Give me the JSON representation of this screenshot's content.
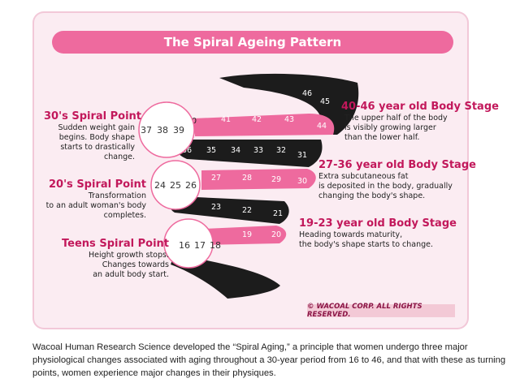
{
  "title": "The Spiral Ageing Pattern",
  "spiral_points": [
    {
      "title": "30's Spiral Point",
      "lines": [
        "Sudden weight gain",
        "begins. Body shape",
        "starts to drastically",
        "change."
      ],
      "ages": [
        "37",
        "38",
        "39"
      ]
    },
    {
      "title": "20's Spiral Point",
      "lines": [
        "Transformation",
        "to an adult woman's body",
        "completes."
      ],
      "ages": [
        "24",
        "25",
        "26"
      ]
    },
    {
      "title": "Teens Spiral Point",
      "lines": [
        "Height growth stops.",
        "Changes towards",
        "an adult body start."
      ],
      "ages": [
        "16",
        "17",
        "18"
      ]
    }
  ],
  "body_stages": [
    {
      "title": "40-46 year old Body Stage",
      "lines": [
        "The upper half of the body",
        "is visibly growing larger",
        "than the lower half."
      ]
    },
    {
      "title": "27-36 year old Body Stage",
      "lines": [
        "Extra subcutaneous fat",
        "is deposited in the body, gradually",
        "changing the body's shape."
      ]
    },
    {
      "title": "19-23 year old Body Stage",
      "lines": [
        "Heading towards maturity,",
        "the body's shape starts to change."
      ]
    }
  ],
  "band_numbers": {
    "top_black": [
      "46",
      "45"
    ],
    "pink_40s": [
      "40",
      "41",
      "42",
      "43",
      "44"
    ],
    "black_30s": [
      "36",
      "35",
      "34",
      "33",
      "32",
      "31"
    ],
    "pink_20s": [
      "27",
      "28",
      "29",
      "30"
    ],
    "black_20s": [
      "23",
      "22",
      "21"
    ],
    "pink_teens": [
      "19",
      "20"
    ]
  },
  "copyright": "© WACOAL CORP. ALL RIGHTS RESERVED.",
  "caption": "Wacoal Human Research Science developed the “Spiral Aging,” a principle that women undergo three major physiological changes associated with aging throughout a 30-year period from 16 to 46, and that with these as turning points, women experience major changes in their physiques.",
  "colors": {
    "pink": "#ee6a9e",
    "dark": "#1c1c1c",
    "title": "#c2185b",
    "background": "#fbecf2"
  }
}
